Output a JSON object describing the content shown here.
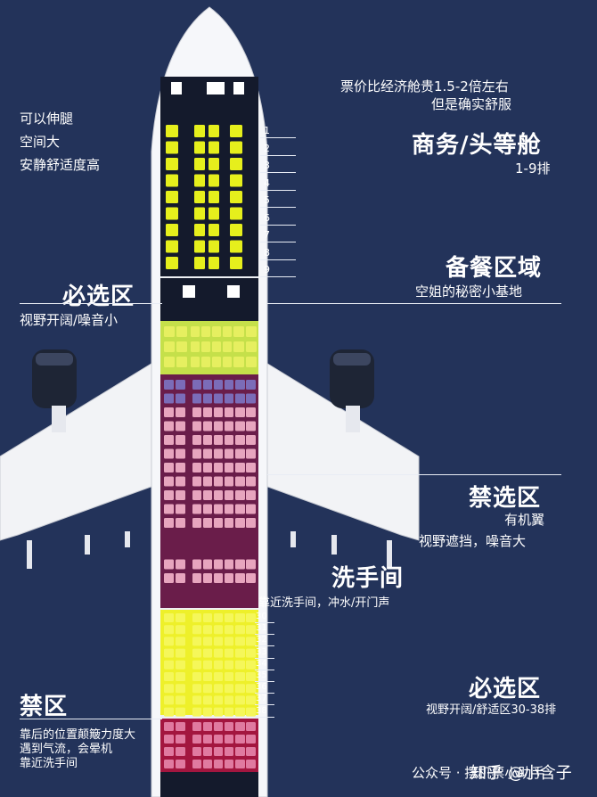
{
  "business": {
    "price_note": "票价比经济舱贵1.5-2倍左右",
    "comfort_note": "但是确实舒服",
    "title": "商务/头等舱",
    "rows": "1-9排",
    "row_numbers": [
      "1",
      "2",
      "3",
      "4",
      "5",
      "6",
      "7",
      "8",
      "9"
    ]
  },
  "left_top": {
    "line1": "可以伸腿",
    "line2": "空间大",
    "line3": "安静舒适度高"
  },
  "galley": {
    "title": "备餐区域",
    "desc": "空姐的秘密小基地"
  },
  "must_front": {
    "title": "必选区",
    "desc": "视野开阔/噪音小"
  },
  "avoid_wing": {
    "title": "禁选区",
    "desc1": "有机翼",
    "desc2": "视野遮挡，噪音大"
  },
  "lavatory": {
    "title": "洗手间",
    "desc": "靠近洗手间，冲水/开门声"
  },
  "must_rear": {
    "title": "必选区",
    "desc": "视野开阔/舒适区30-38排",
    "row_numbers": [
      "30",
      "31",
      "32",
      "33",
      "34",
      "35",
      "36",
      "37",
      "38"
    ]
  },
  "forbidden": {
    "title": "禁区",
    "desc1": "靠后的位置颠簸力度大",
    "desc2": "遇到气流，会晕机",
    "desc3": "靠近洗手间"
  },
  "watermark": {
    "account": "公众号 · 摆机票小助手",
    "zhihu": "知乎 @小含子"
  },
  "colors": {
    "background": "#23335a",
    "business_seat": "#e6ef1c",
    "comfort_plus": "#c5e04a",
    "main_cabin": "#6a1d4a",
    "rear_comfort": "#eef02a",
    "rear_forbidden": "#a3163f"
  }
}
